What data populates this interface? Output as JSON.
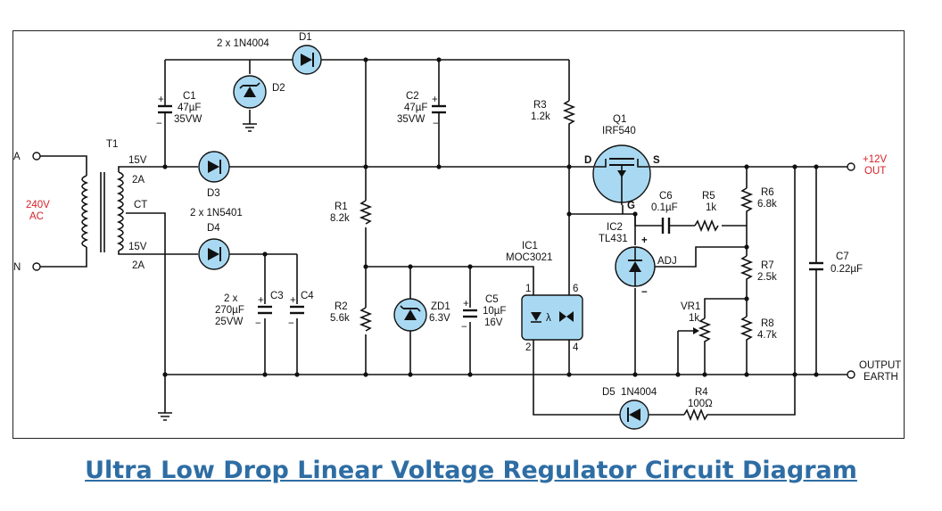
{
  "title": "Ultra Low Drop Linear Voltage Regulator Circuit Diagram",
  "colors": {
    "caption": "#2e6da4",
    "component_fill": "#a9d9f2",
    "voltage_label": "#d2232a"
  },
  "components": {
    "D1": {
      "ref": "D1",
      "note": "2 x 1N4004"
    },
    "D2": {
      "ref": "D2"
    },
    "C1": {
      "ref": "C1",
      "value": "47µF",
      "rating": "35VW"
    },
    "C2": {
      "ref": "C2",
      "value": "47µF",
      "rating": "35VW"
    },
    "R3": {
      "ref": "R3",
      "value": "1.2k"
    },
    "Q1": {
      "ref": "Q1",
      "part": "IRF540",
      "pin_d": "D",
      "pin_s": "S",
      "pin_g": "G"
    },
    "T1": {
      "ref": "T1",
      "sec1": "15V",
      "sec1_i": "2A",
      "ct": "CT",
      "sec2": "15V",
      "sec2_i": "2A"
    },
    "D3": {
      "ref": "D3",
      "note": "2 x 1N5401"
    },
    "D4": {
      "ref": "D4"
    },
    "R1": {
      "ref": "R1",
      "value": "8.2k"
    },
    "R2": {
      "ref": "R2",
      "value": "5.6k"
    },
    "C3": {
      "ref": "C3",
      "note1": "2 x",
      "value": "270µF",
      "rating": "25VW"
    },
    "C4": {
      "ref": "C4"
    },
    "ZD1": {
      "ref": "ZD1",
      "value": "6.3V"
    },
    "C5": {
      "ref": "C5",
      "value": "10µF",
      "rating": "16V"
    },
    "IC1": {
      "ref": "IC1",
      "part": "MOC3021",
      "pin1": "1",
      "pin2": "2",
      "pin4": "4",
      "pin6": "6"
    },
    "IC2": {
      "ref": "IC2",
      "part": "TL431",
      "adj": "ADJ",
      "plus": "+",
      "minus": "−"
    },
    "C6": {
      "ref": "C6",
      "value": "0.1µF"
    },
    "R5": {
      "ref": "R5",
      "value": "1k"
    },
    "R6": {
      "ref": "R6",
      "value": "6.8k"
    },
    "R7": {
      "ref": "R7",
      "value": "2.5k"
    },
    "R8": {
      "ref": "R8",
      "value": "4.7k"
    },
    "VR1": {
      "ref": "VR1",
      "value": "1k"
    },
    "C7": {
      "ref": "C7",
      "value": "0.22µF"
    },
    "D5": {
      "ref": "D5",
      "part": "1N4004"
    },
    "R4": {
      "ref": "R4",
      "value": "100Ω"
    }
  },
  "terminals": {
    "a": "A",
    "n": "N",
    "ac_line1": "240V",
    "ac_line2": "AC",
    "out_line1": "+12V",
    "out_line2": "OUT",
    "earth_line1": "OUTPUT",
    "earth_line2": "EARTH"
  },
  "plus_sign": "+",
  "minus_sign": "−"
}
